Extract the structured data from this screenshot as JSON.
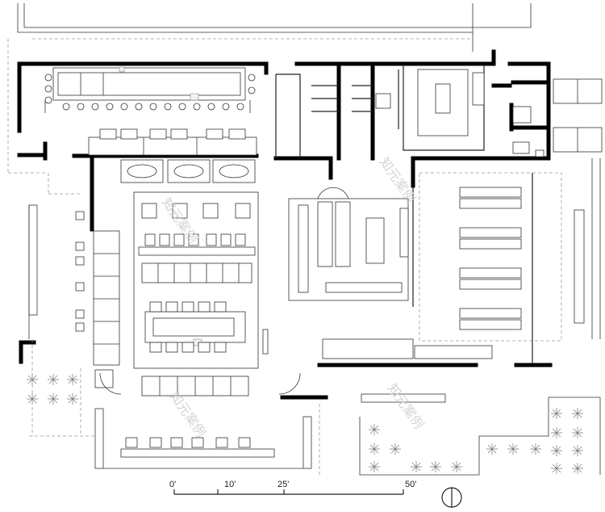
{
  "scale_bar": {
    "label_0": "0'",
    "label_10": "10'",
    "label_25": "25'",
    "label_50": "50'"
  },
  "watermark": {
    "text_a": "知元案例",
    "text_b": "知元案例"
  },
  "colors": {
    "wall": "#000000",
    "line": "#333333",
    "dashed": "#999999",
    "background": "#ffffff"
  },
  "icons": {
    "north_arrow": "north-arrow-icon",
    "plant": "palm-tree-icon"
  }
}
